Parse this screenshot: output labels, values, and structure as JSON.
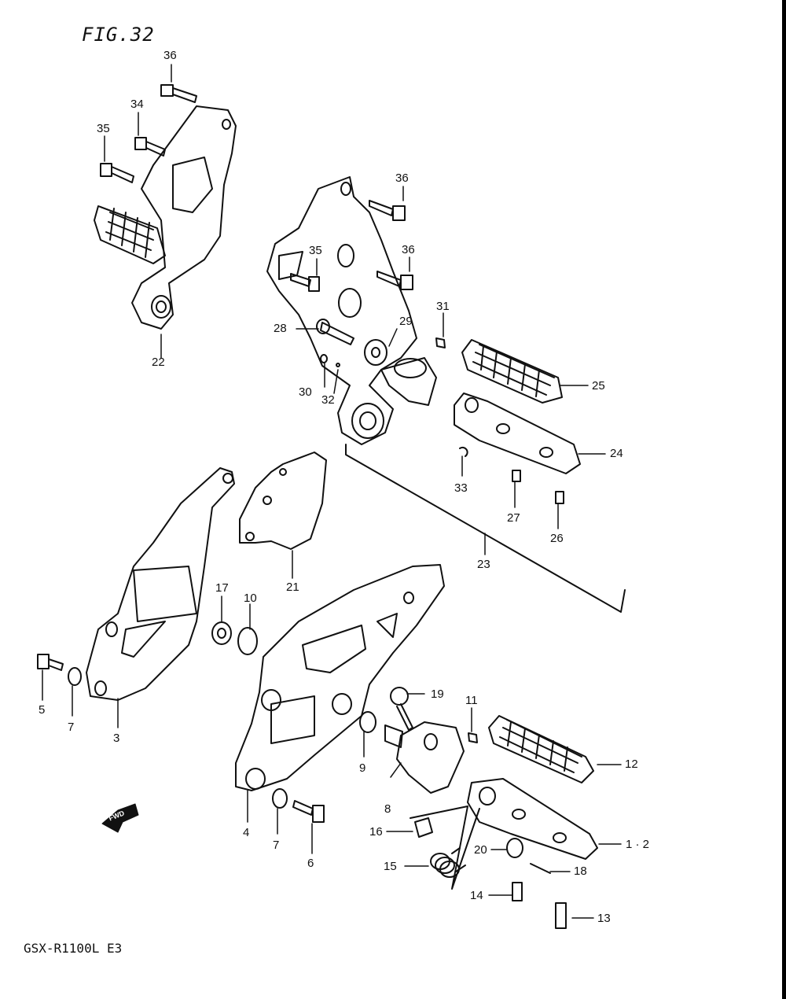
{
  "figure_title": "FIG.32",
  "model_code": "GSX-R1100L E3",
  "fwd_label": "FWD",
  "colors": {
    "ink": "#111111",
    "accent_bar": "#000000"
  },
  "part_labels": [
    "36",
    "34",
    "35",
    "36",
    "35",
    "36",
    "31",
    "28",
    "29",
    "30",
    "32",
    "22",
    "25",
    "24",
    "33",
    "27",
    "26",
    "23",
    "17",
    "10",
    "21",
    "5",
    "7",
    "3",
    "19",
    "11",
    "12",
    "9",
    "8",
    "4",
    "7",
    "6",
    "16",
    "15",
    "20",
    "18",
    "14",
    "13",
    "1 · 2"
  ]
}
